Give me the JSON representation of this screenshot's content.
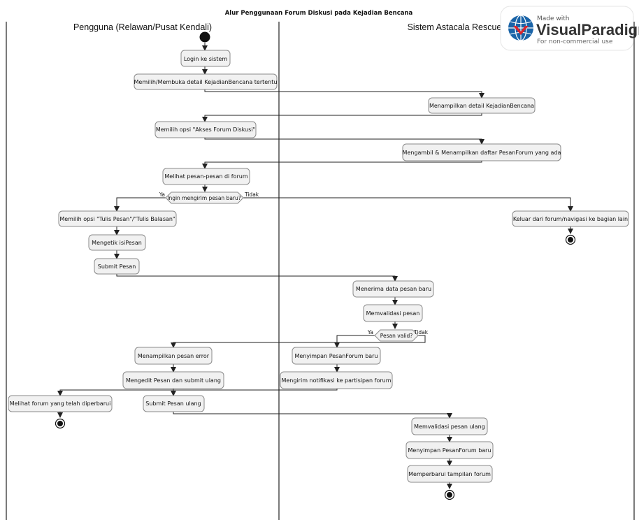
{
  "title": "Alur Penggunaan Forum Diskusi pada Kejadian Bencana",
  "lanes": {
    "left": "Pengguna (Relawan/Pusat Kendali)",
    "right": "Sistem Astacala Rescue"
  },
  "actions": {
    "login": "Login ke sistem",
    "pilih_kejadian": "Memilih/Membuka detail KejadianBencana tertentu",
    "tampil_detail": "Menampilkan detail KejadianBencana",
    "akses_forum": "Memilih opsi \"Akses Forum Diskusi\"",
    "ambil_pesan": "Mengambil & Menampilkan daftar PesanForum yang ada",
    "lihat_pesan": "Melihat pesan-pesan di forum",
    "tulis_pesan": "Memilih opsi \"Tulis Pesan\"/\"Tulis Balasan\"",
    "keluar": "Keluar dari forum/navigasi ke bagian lain",
    "ketik": "Mengetik isiPesan",
    "submit": "Submit Pesan",
    "terima": "Menerima data pesan baru",
    "validasi": "Memvalidasi pesan",
    "tampil_error": "Menampilkan pesan error",
    "simpan": "Menyimpan PesanForum baru",
    "edit": "Mengedit Pesan dan submit ulang",
    "notifikasi": "Mengirim notifikasi ke partisipan forum",
    "lihat_update": "Melihat forum yang telah diperbarui",
    "submit_ulang": "Submit Pesan ulang",
    "validasi_ulang": "Memvalidasi pesan ulang",
    "simpan_ulang": "Menyimpan PesanForum baru",
    "perbarui": "Memperbarui tampilan forum"
  },
  "decisions": {
    "kirim": "Ingin mengirim pesan baru?",
    "valid": "Pesan valid?"
  },
  "guards": {
    "ya": "Ya",
    "tidak": "Tidak"
  },
  "watermark": {
    "line1": "Made with",
    "line2a": "Visual",
    "line2b": "Paradigm",
    "line3": "For non-commercial use",
    "color": "#1a64a8"
  }
}
